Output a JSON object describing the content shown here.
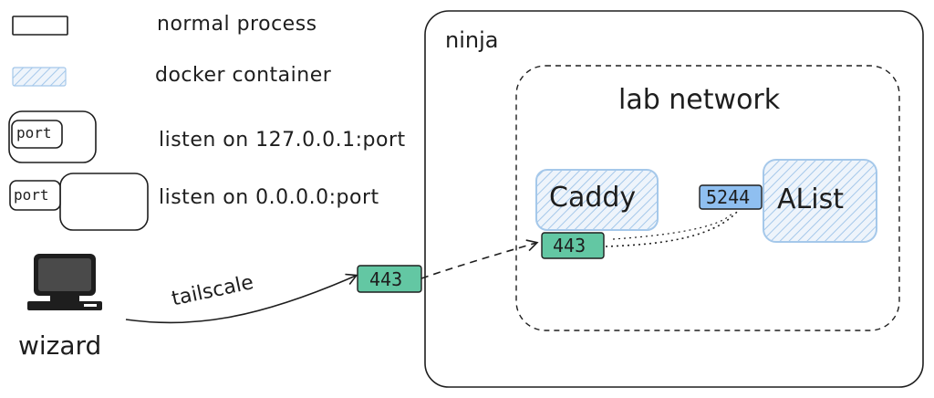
{
  "legend": {
    "normal_process": "normal process",
    "docker_container": "docker container",
    "listen_local": "listen on 127.0.0.1:port",
    "listen_all": "listen on 0.0.0.0:port",
    "port_label": "port"
  },
  "host": {
    "name": "ninja"
  },
  "network": {
    "name": "lab network"
  },
  "containers": {
    "caddy": {
      "name": "Caddy",
      "port": "443"
    },
    "alist": {
      "name": "AList",
      "port": "5244"
    }
  },
  "host_port": "443",
  "client": {
    "name": "wizard",
    "link": "tailscale"
  },
  "colors": {
    "green_port": "#63c7a3",
    "blue_port": "#8fbff0",
    "hatch": "#a5c8ea",
    "stroke": "#1e1e1e"
  }
}
